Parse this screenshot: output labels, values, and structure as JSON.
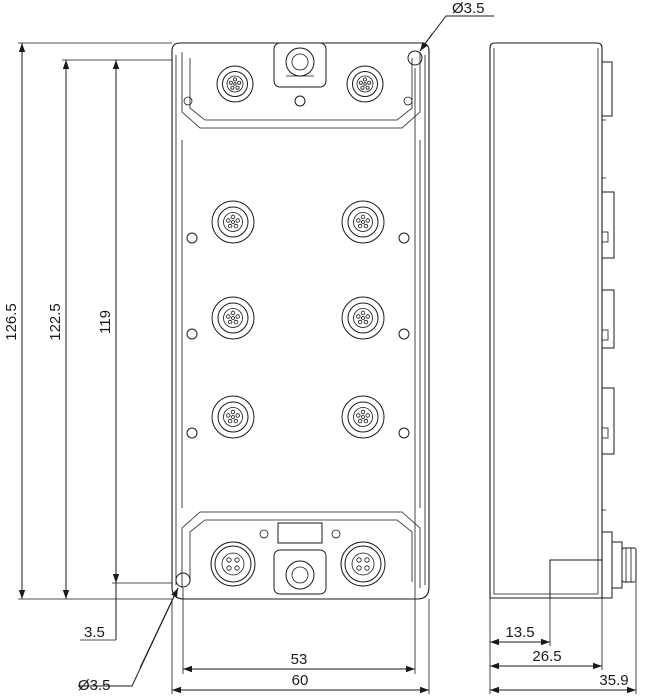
{
  "drawing": {
    "dimensions": {
      "hole_top": "Ø3.5",
      "hole_bottom": "Ø3.5",
      "height_overall": "126.5",
      "height_mid": "122.5",
      "height_inner": "119",
      "offset_bottom": "3.5",
      "width_holes": "53",
      "width_overall": "60",
      "side_connector": "13.5",
      "side_body": "26.5",
      "side_depth": "35.9"
    }
  }
}
